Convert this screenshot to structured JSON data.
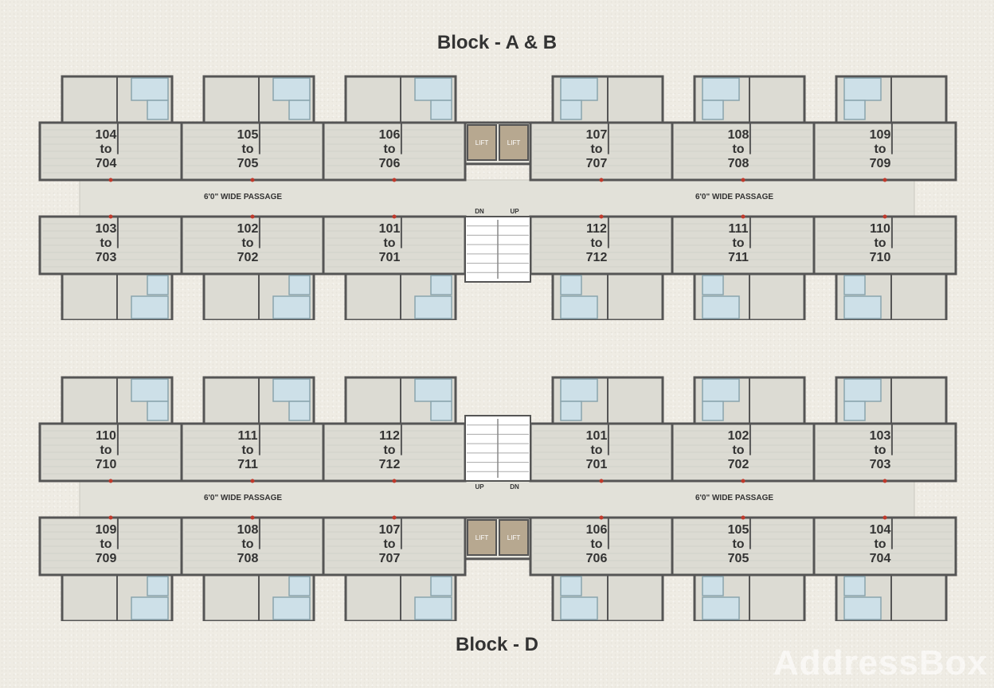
{
  "titles": {
    "top": "Block - A & B",
    "bottom": "Block - D"
  },
  "passage_label": "6'0\" WIDE PASSAGE",
  "lift_label": "LIFT",
  "stair_labels": {
    "down": "DN",
    "up": "UP"
  },
  "unit_connector": "to",
  "watermark": "AddressBox",
  "colors": {
    "floor": "#dcdbd3",
    "wall": "#555555",
    "passage": "#e2e1d9",
    "bath": "#cde0e8",
    "lift": "#b7a890"
  },
  "blocks": [
    {
      "name": "Block - A & B",
      "top_row": [
        [
          "104",
          "704"
        ],
        [
          "105",
          "705"
        ],
        [
          "106",
          "706"
        ],
        [
          "107",
          "707"
        ],
        [
          "108",
          "708"
        ],
        [
          "109",
          "709"
        ]
      ],
      "bottom_row": [
        [
          "103",
          "703"
        ],
        [
          "102",
          "702"
        ],
        [
          "101",
          "701"
        ],
        [
          "112",
          "712"
        ],
        [
          "111",
          "711"
        ],
        [
          "110",
          "710"
        ]
      ]
    },
    {
      "name": "Block - D",
      "top_row": [
        [
          "110",
          "710"
        ],
        [
          "111",
          "711"
        ],
        [
          "112",
          "712"
        ],
        [
          "101",
          "701"
        ],
        [
          "102",
          "702"
        ],
        [
          "103",
          "703"
        ]
      ],
      "bottom_row": [
        [
          "109",
          "709"
        ],
        [
          "108",
          "708"
        ],
        [
          "107",
          "707"
        ],
        [
          "106",
          "706"
        ],
        [
          "105",
          "705"
        ],
        [
          "104",
          "704"
        ]
      ]
    }
  ]
}
